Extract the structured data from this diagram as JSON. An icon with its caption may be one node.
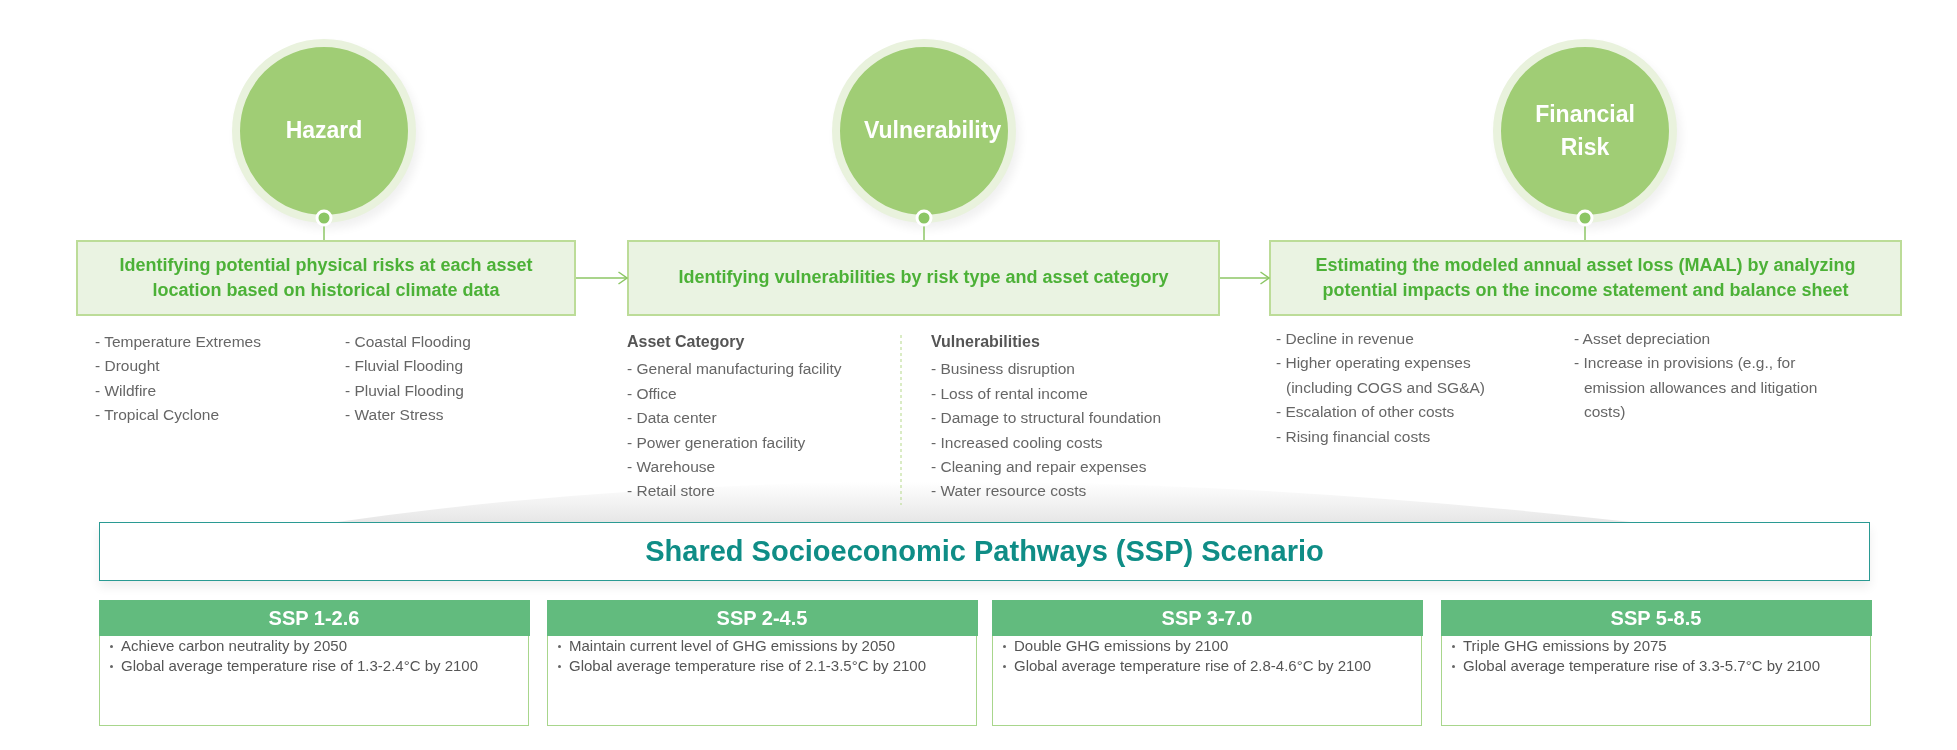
{
  "diagram": {
    "nodes": [
      {
        "text": [
          "Hazard"
        ]
      },
      {
        "text": [
          "Identifying potential physical risks at each asset location based on historical climate data"
        ]
      },
      {
        "text": [
          "Vulnerability"
        ]
      },
      {
        "text": [
          "Identifying vulnerabilities by risk type and asset category"
        ]
      },
      {
        "text": [
          "Financial Risk"
        ]
      },
      {
        "text": [
          "Estimating the modeled annual asset loss (MAAL) by analyzing potential impacts on the income statement and balance sheet"
        ]
      },
      {
        "text": [
          "Shared Socioeconomic Pathways (SSP) Scenario"
        ]
      },
      {
        "text": [
          "SSP 1-2.6",
          "Achieve carbon neutrality by 2050",
          "Global average temperature rise of 1.3-2.4°C by 2100"
        ]
      },
      {
        "text": [
          "SSP 2-4.5",
          "Maintain current level of GHG emissions by 2050",
          "Global average temperature rise of 2.1-3.5°C by 2100"
        ]
      },
      {
        "text": [
          "SSP 3-7.0",
          "Double GHG emissions by 2100",
          "Global average temperature rise of 2.8-4.6°C by 2100"
        ]
      },
      {
        "text": [
          "SSP 5-8.5",
          "Triple GHG emissions by 2075",
          "Global average temperature rise of 3.3-5.7°C by 2100"
        ]
      }
    ],
    "edges": [
      {
        "from": 0,
        "to": 1,
        "arrow": "other"
      },
      {
        "from": 2,
        "to": 3,
        "arrow": "other"
      },
      {
        "from": 4,
        "to": 5,
        "arrow": "other"
      },
      {
        "from": 1,
        "to": 3,
        "arrow": "to"
      },
      {
        "from": 3,
        "to": 5,
        "arrow": "to"
      }
    ],
    "labels": [
      "- Temperature Extremes",
      "- Drought",
      "- Wildfire",
      "- Tropical Cyclone",
      "- Coastal Flooding",
      "- Fluvial Flooding",
      "- Pluvial Flooding",
      "- Water Stress",
      "Asset Category",
      "- General manufacturing facility",
      "- Office",
      "- Data center",
      "- Power generation facility",
      "- Warehouse",
      "- Retail store",
      "Vulnerabilities",
      "- Business disruption",
      "- Loss of rental income",
      "- Damage to structural foundation",
      "- Increased cooling costs",
      "- Cleaning and repair expenses",
      "- Water resource costs",
      "- Decline in revenue",
      "- Higher operating expenses (including COGS and SG&A)",
      "- Escalation of other costs",
      "- Rising financial costs",
      "- Asset depreciation",
      "- Increase in provisions (e.g., for emission allowances and litigation costs)"
    ]
  }
}
